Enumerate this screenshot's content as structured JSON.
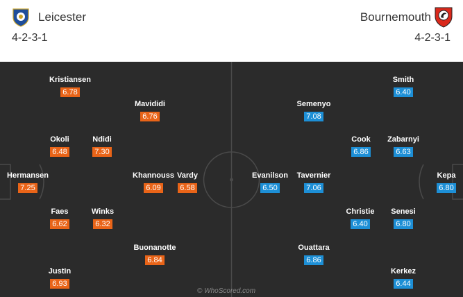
{
  "home": {
    "name": "Leicester",
    "formation": "4-2-3-1",
    "crest_color": "#1f4e9a",
    "players": [
      {
        "name": "Hermansen",
        "rating": "7.25"
      },
      {
        "name": "Justin",
        "rating": "6.93"
      },
      {
        "name": "Faes",
        "rating": "6.62"
      },
      {
        "name": "Okoli",
        "rating": "6.48"
      },
      {
        "name": "Kristiansen",
        "rating": "6.78"
      },
      {
        "name": "Winks",
        "rating": "6.32"
      },
      {
        "name": "Ndidi",
        "rating": "7.30"
      },
      {
        "name": "Buonanotte",
        "rating": "6.84"
      },
      {
        "name": "Khannouss",
        "rating": "6.09"
      },
      {
        "name": "Mavididi",
        "rating": "6.76"
      },
      {
        "name": "Vardy",
        "rating": "6.58"
      }
    ]
  },
  "away": {
    "name": "Bournemouth",
    "formation": "4-2-3-1",
    "crest_color": "#da291c",
    "players": [
      {
        "name": "Kepa",
        "rating": "6.80"
      },
      {
        "name": "Kerkez",
        "rating": "6.44"
      },
      {
        "name": "Senesi",
        "rating": "6.80"
      },
      {
        "name": "Zabarnyi",
        "rating": "6.63"
      },
      {
        "name": "Smith",
        "rating": "6.40"
      },
      {
        "name": "Christie",
        "rating": "6.40"
      },
      {
        "name": "Cook",
        "rating": "6.86"
      },
      {
        "name": "Ouattara",
        "rating": "6.86"
      },
      {
        "name": "Tavernier",
        "rating": "7.06"
      },
      {
        "name": "Semenyo",
        "rating": "7.08"
      },
      {
        "name": "Evanilson",
        "rating": "6.50"
      }
    ]
  },
  "colors": {
    "pitch": "#2b2b2b",
    "lines": "#4a4a4a",
    "home_rating": "#e96418",
    "away_rating": "#1d8fd6"
  },
  "watermark": "© WhoScored.com"
}
